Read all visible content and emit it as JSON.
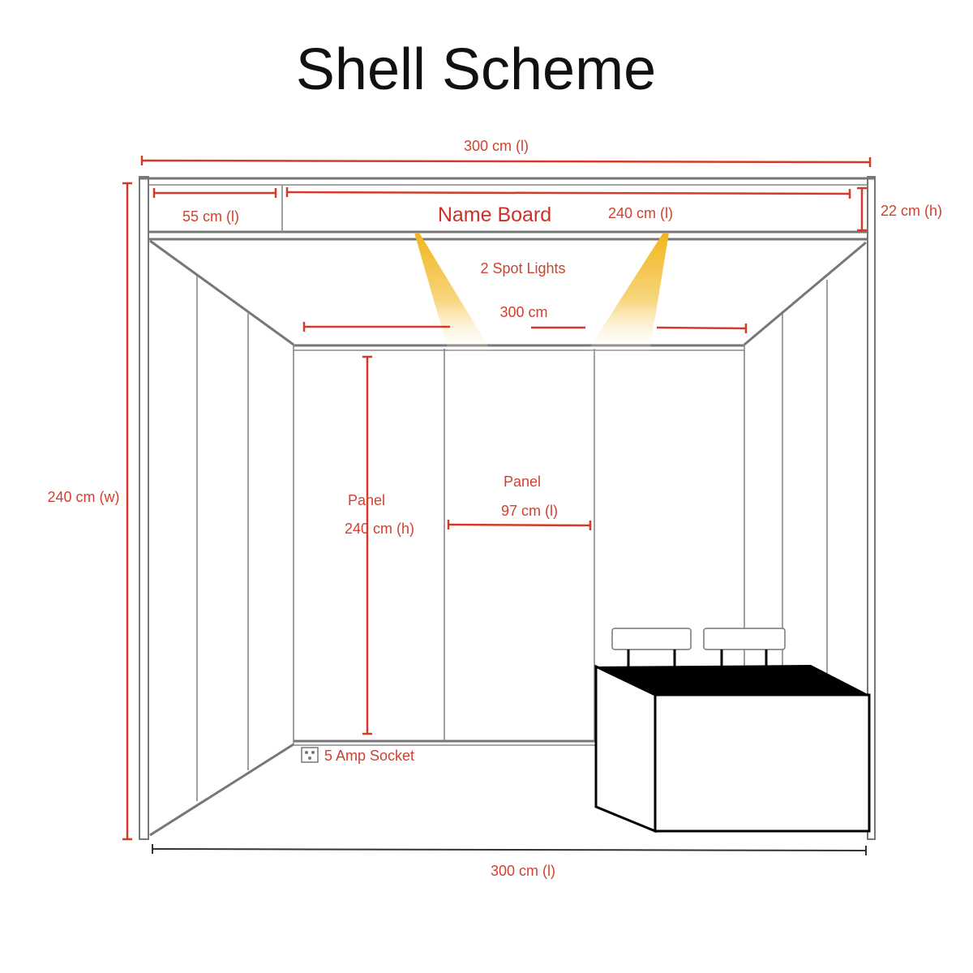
{
  "title": "Shell Scheme",
  "labels": {
    "top_width": "300 cm (l)",
    "left_segment": "55 cm (l)",
    "name_board": "Name Board",
    "name_board_length": "240 cm (l)",
    "name_board_height": "22 cm (h)",
    "spot_lights": "2 Spot Lights",
    "back_width": "300 cm",
    "depth": "240 cm (w)",
    "panel_h_title": "Panel",
    "panel_h_value": "240 cm (h)",
    "panel_l_title": "Panel",
    "panel_l_value": "97 cm (l)",
    "socket": "5 Amp Socket",
    "bottom_width": "300 cm (l)"
  },
  "colors": {
    "dimension": "#d23a2a",
    "light": "#f2b51c",
    "furniture": "#000000"
  }
}
